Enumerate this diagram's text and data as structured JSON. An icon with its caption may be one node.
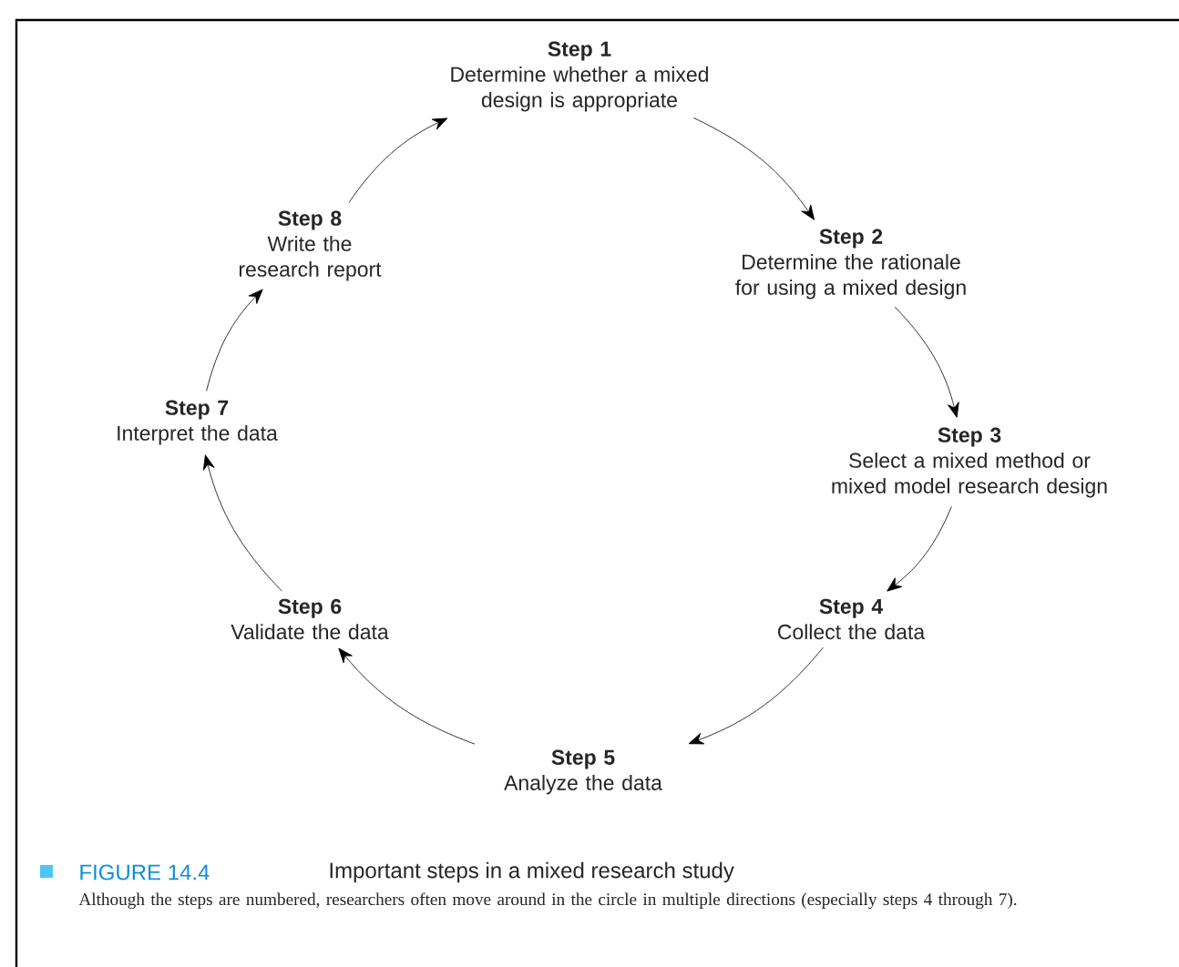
{
  "diagram": {
    "title": "Important steps in a mixed research study",
    "caption": "Although the steps are numbered, researchers often move around in the circle in multiple directions (especially steps 4 through 7).",
    "nodes": [
      {
        "text": [
          "Step 1",
          "Determine whether a mixed design is appropriate"
        ]
      },
      {
        "text": [
          "Step 2",
          "Determine the rationale for using a mixed design"
        ]
      },
      {
        "text": [
          "Step 3",
          "Select a mixed method or mixed model research design"
        ]
      },
      {
        "text": [
          "Step 4",
          "Collect the data"
        ]
      },
      {
        "text": [
          "Step 5",
          "Analyze the data"
        ]
      },
      {
        "text": [
          "Step 6",
          "Validate the data"
        ]
      },
      {
        "text": [
          "Step 7",
          "Interpret the data"
        ]
      },
      {
        "text": [
          "Step 8",
          "Write the research report"
        ]
      }
    ],
    "edges": [
      {
        "from": 0,
        "to": 1,
        "arrow": "to"
      },
      {
        "from": 1,
        "to": 2,
        "arrow": "to"
      },
      {
        "from": 2,
        "to": 3,
        "arrow": "to"
      },
      {
        "from": 3,
        "to": 4,
        "arrow": "to"
      },
      {
        "from": 4,
        "to": 5,
        "arrow": "to"
      },
      {
        "from": 5,
        "to": 6,
        "arrow": "to"
      },
      {
        "from": 6,
        "to": 7,
        "arrow": "to"
      },
      {
        "from": 7,
        "to": 0,
        "arrow": "to"
      }
    ],
    "labels": [
      "FIGURE 14.4"
    ]
  }
}
